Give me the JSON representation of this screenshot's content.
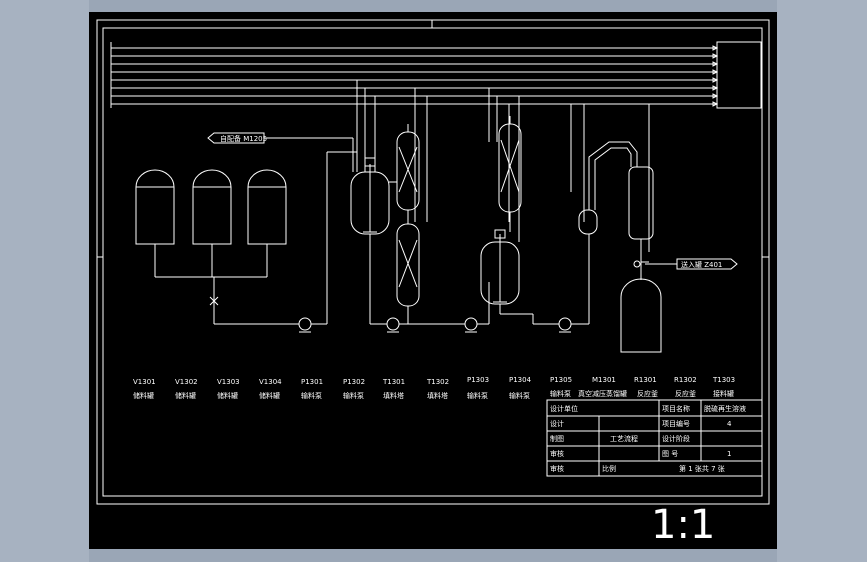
{
  "drawing": {
    "scale_label": "1:1",
    "feed_label": "自配备 M1205",
    "outlet_label": "送入罐 Z401",
    "utility_lines": [
      "",
      "",
      "",
      "",
      "",
      "",
      "",
      ""
    ],
    "equipment_codes": [
      "V1301",
      "V1302",
      "V1303",
      "V1304",
      "P1301",
      "P1302",
      "T1301",
      "T1302",
      "P1303",
      "P1304",
      "P1305",
      "M1301",
      "R1301",
      "R1302",
      "T1303"
    ],
    "equipment_names": [
      "储料罐",
      "储料罐",
      "储料罐",
      "储料罐",
      "输料泵",
      "输料泵",
      "填料塔",
      "填料塔",
      "输料泵",
      "输料泵",
      "输料泵",
      "真空减压蒸馏罐",
      "反应釜",
      "反应釜",
      "接料罐"
    ],
    "title_block": {
      "design_unit_label": "设计单位",
      "project_name_label": "项目名称",
      "project_name_value": "脱硫再生溶液",
      "design_label": "设计",
      "drawing_no_label": "项目编号",
      "drawing_no_value": "4",
      "draw_label": "制图",
      "stage_label": "设计阶段",
      "check_label": "审核",
      "figure_no_label": "图  号",
      "figure_no_value": "1",
      "approve_label": "审核",
      "ratio_label": "比例",
      "center_label": "工艺流程",
      "sheet_label": "第 1 张共 7 张"
    }
  }
}
